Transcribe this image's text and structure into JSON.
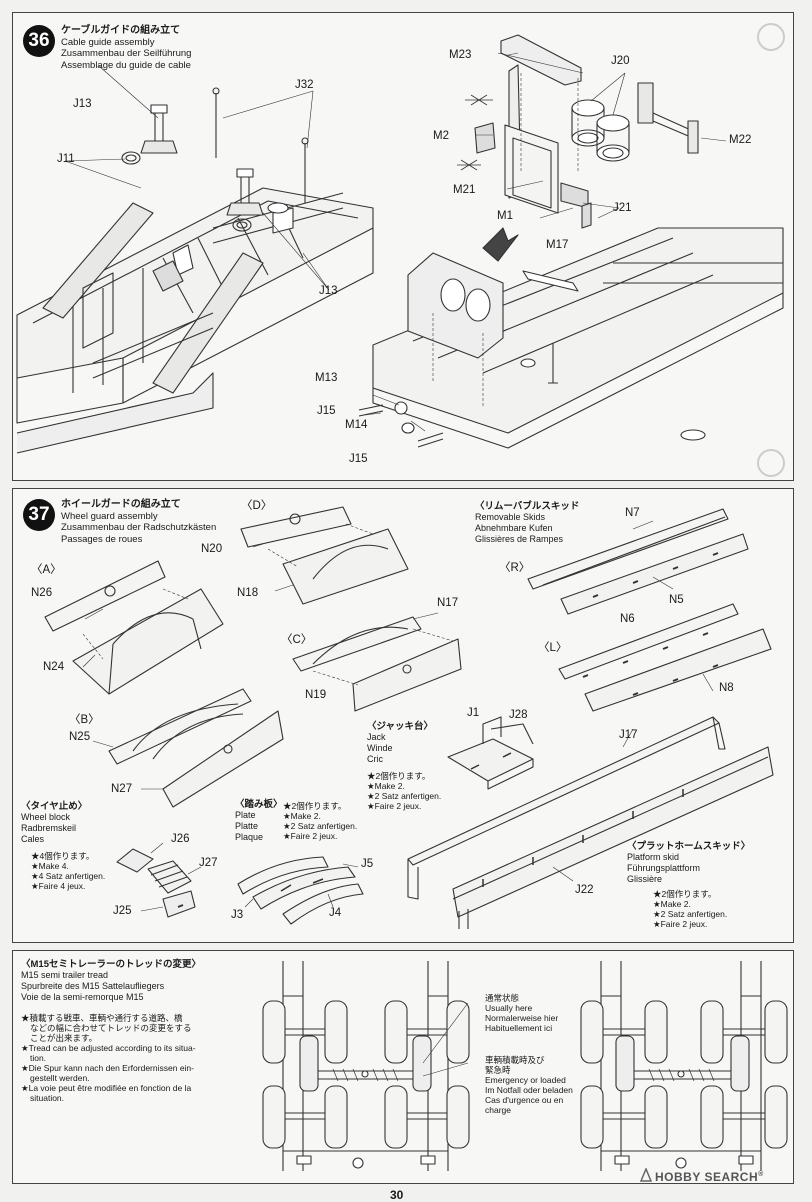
{
  "step36": {
    "number": "36",
    "title_jp": "ケーブルガイドの組み立て",
    "title_en": "Cable guide assembly",
    "title_de": "Zusammenbau der Seilführung",
    "title_fr": "Assemblage du guide de cable",
    "labels": {
      "j13a": "J13",
      "j11": "J11",
      "j32": "J32",
      "j13b": "J13",
      "m23": "M23",
      "j20": "J20",
      "m2": "M2",
      "m22": "M22",
      "m21": "M21",
      "j21": "J21",
      "m1": "M1",
      "m17": "M17",
      "m13": "M13",
      "j15a": "J15",
      "m14": "M14",
      "j15b": "J15"
    }
  },
  "step37": {
    "number": "37",
    "title_jp": "ホイールガードの組み立て",
    "title_en": "Wheel guard assembly",
    "title_de": "Zusammenbau der Radschutzkästen",
    "title_fr": "Passages de roues",
    "labels": {
      "a": "〈A〉",
      "n26": "N26",
      "n24": "N24",
      "d": "〈D〉",
      "n20": "N20",
      "n18": "N18",
      "c": "〈C〉",
      "n17": "N17",
      "n19": "N19",
      "b": "〈B〉",
      "n25": "N25",
      "n27": "N27",
      "r": "〈R〉",
      "n7": "N7",
      "n5": "N5",
      "n6": "N6",
      "l": "〈L〉",
      "n8": "N8",
      "j1": "J1",
      "j28": "J28",
      "j17": "J17",
      "j26": "J26",
      "j27": "J27",
      "j25": "J25",
      "j5": "J5",
      "j3": "J3",
      "j4": "J4",
      "j22": "J22"
    },
    "skids": {
      "jp": "〈リムーバブルスキッド",
      "en": "Removable Skids",
      "de": "Abnehmbare Kufen",
      "fr": "Glissières de Rampes"
    },
    "jack": {
      "jp": "〈ジャッキ台〉",
      "en": "Jack",
      "de": "Winde",
      "fr": "Cric",
      "n1": "★2個作ります。",
      "n2": "★Make 2.",
      "n3": "★2 Satz anfertigen.",
      "n4": "★Faire 2 jeux."
    },
    "wheel_block": {
      "jp": "〈タイヤ止め〉",
      "en": "Wheel block",
      "de": "Radbremskeil",
      "fr": "Cales",
      "n1": "★4個作ります。",
      "n2": "★Make 4.",
      "n3": "★4 Satz anfertigen.",
      "n4": "★Faire 4 jeux."
    },
    "plate": {
      "jp": "〈踏み板〉",
      "en": "Plate",
      "de": "Platte",
      "fr": "Plaque",
      "n1": "★2個作ります。",
      "n2": "★Make 2.",
      "n3": "★2 Satz anfertigen.",
      "n4": "★Faire 2 jeux."
    },
    "platform": {
      "jp": "〈プラットホームスキッド〉",
      "en": "Platform skid",
      "de": "Führungsplattform",
      "fr": "Glissière",
      "n1": "★2個作ります。",
      "n2": "★Make 2.",
      "n3": "★2 Satz anfertigen.",
      "n4": "★Faire 2 jeux."
    }
  },
  "tread": {
    "jp": "〈M15セミトレーラーのトレッドの変更〉",
    "en": "M15 semi trailer tread",
    "de": "Spurbreite des M15 Sattelaufliegers",
    "fr": "Voie de la semi-remorque M15",
    "note_jp1": "★積載する戦車、車輌や通行する道路、橋",
    "note_jp2": "などの幅に合わせてトレッドの変更をする",
    "note_jp3": "ことが出来ます。",
    "note_en1": "★Tread can be adjusted according to its situa-",
    "note_en2": "tion.",
    "note_de1": "★Die Spur kann nach den Erfordernissen ein-",
    "note_de2": "gestellt werden.",
    "note_fr1": "★La voie peut être modifiée en fonction de la",
    "note_fr2": "situation.",
    "usual_jp": "通常状態",
    "usual_en": "Usually here",
    "usual_de": "Normalerweise hier",
    "usual_fr": "Habituellement ici",
    "loaded_jp1": "車輌積載時及び",
    "loaded_jp2": "緊急時",
    "loaded_en": "Emergency or loaded",
    "loaded_de": "Im Notfall oder beladen",
    "loaded_fr1": "Cas d'urgence ou en",
    "loaded_fr2": "charge"
  },
  "footer": {
    "page": "30",
    "watermark": "HOBBY SEARCH",
    "watermark_mark": "®"
  }
}
